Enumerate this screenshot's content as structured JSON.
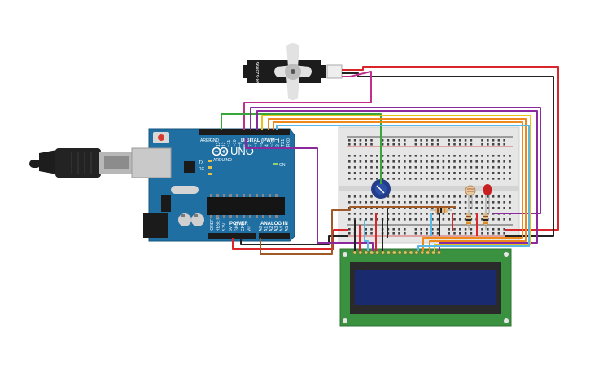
{
  "arduino": {
    "brand": "ARDUINO",
    "model": "UNO",
    "digital_label": "DIGITAL (PWM~)",
    "analog_label": "ANALOG IN",
    "power_label": "POWER",
    "on_label": "ON",
    "tx_label": "TX",
    "rx_label": "RX",
    "aref_label": "AREF",
    "gnd_label": "GND",
    "digital_pins": [
      "13",
      "12",
      "~11",
      "~10",
      "~9",
      "8",
      "7",
      "~6",
      "~5",
      "4",
      "~3",
      "2",
      "TX1",
      "RX0"
    ],
    "power_pins": [
      "IOREF",
      "RESET",
      "3.3V",
      "5V",
      "GND",
      "GND",
      "Vin"
    ],
    "analog_pins": [
      "A0",
      "A1",
      "A2",
      "A3",
      "A4",
      "A5"
    ]
  },
  "servo": {
    "label": "SM-S2309S"
  },
  "lcd": {
    "pin_count": 16
  },
  "colors": {
    "board": "#1f6fa3",
    "breadboard": "#e6e6e6",
    "lcd_body": "#3a9140",
    "lcd_screen": "#1a2a6e",
    "wire_red": "#d9262a",
    "wire_black": "#222222",
    "wire_purple": "#8a2a9e",
    "wire_green": "#3aa63a",
    "wire_orange": "#ee8a1c",
    "wire_yellow": "#e8c21a",
    "wire_blue": "#58b8e6",
    "wire_brown": "#a05a28",
    "wire_magenta": "#c0308a"
  }
}
